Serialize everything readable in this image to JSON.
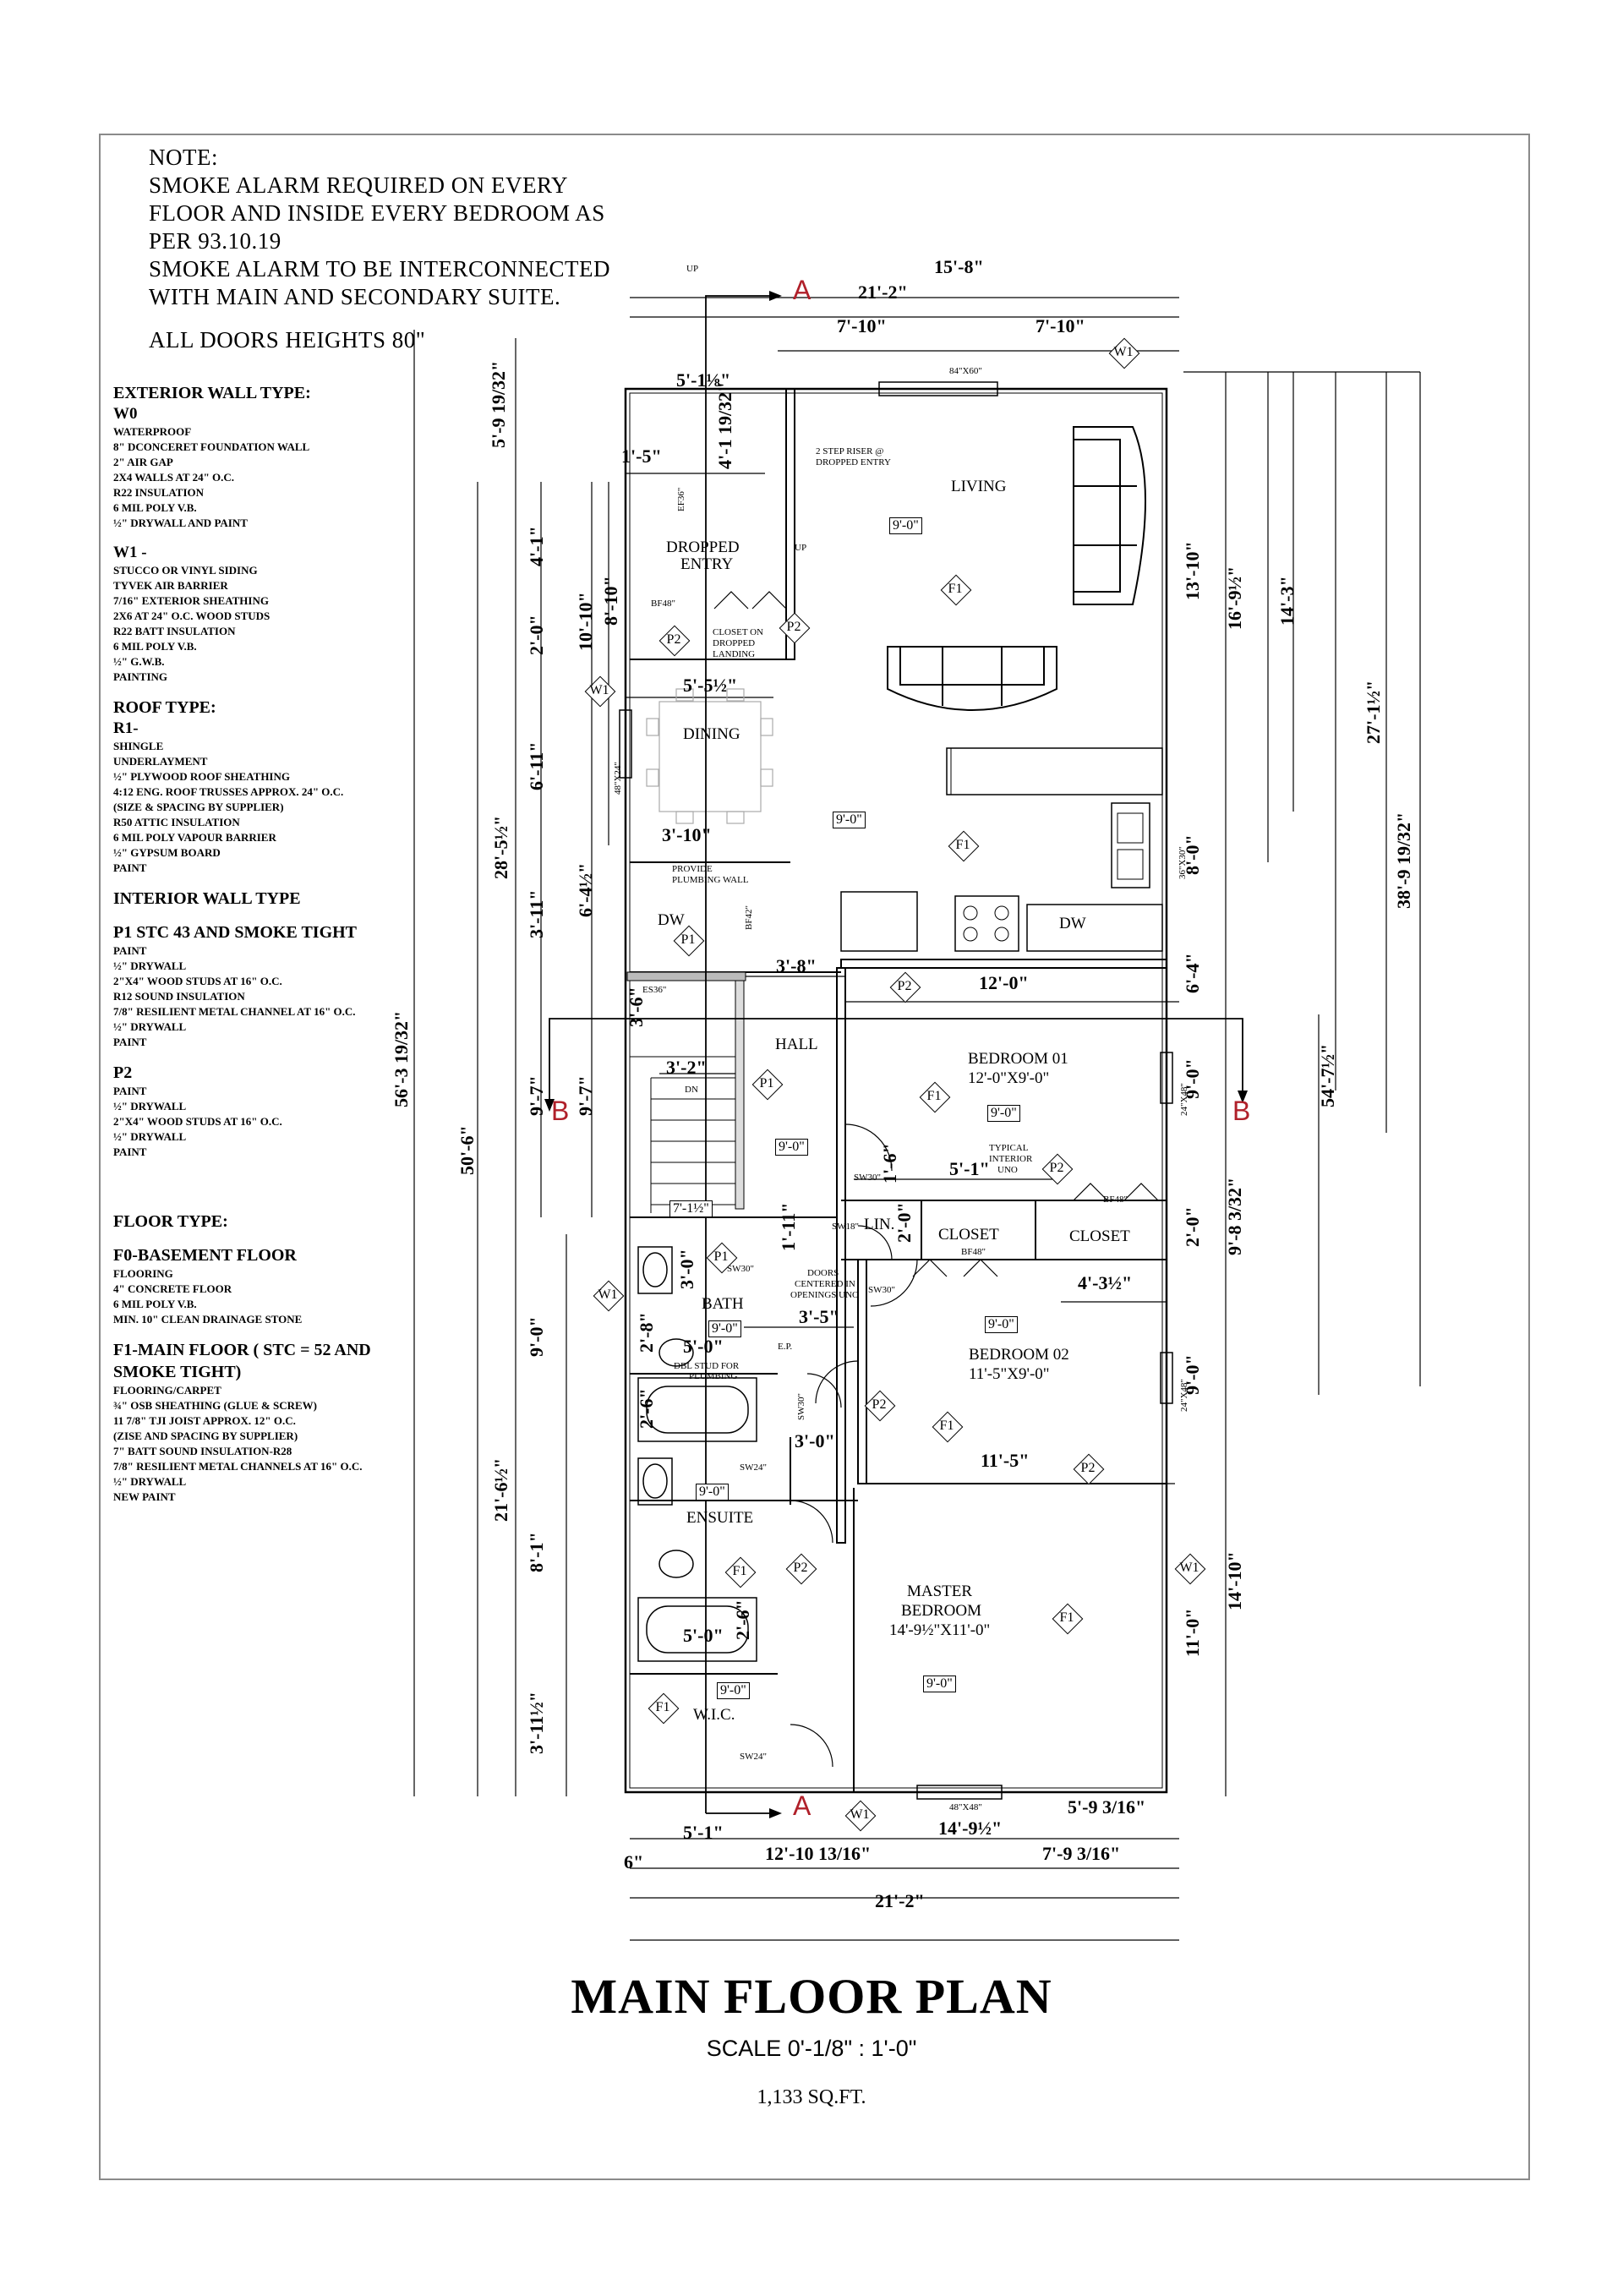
{
  "note": {
    "lines": [
      "NOTE:",
      "SMOKE ALARM REQUIRED ON EVERY",
      "FLOOR AND INSIDE EVERY BEDROOM AS",
      "PER 93.10.19",
      "SMOKE ALARM TO BE INTERCONNECTED",
      "WITH MAIN AND SECONDARY SUITE."
    ],
    "doors": "ALL DOORS HEIGHTS 80\""
  },
  "specs": {
    "exterior_title": "EXTERIOR WALL TYPE:",
    "w0_title": "W0",
    "w0": [
      "WATERPROOF",
      "8\" DCONCERET FOUNDATION WALL",
      "2\" AIR GAP",
      "2X4 WALLS AT 24\" O.C.",
      "R22 INSULATION",
      "6 MIL POLY V.B.",
      "½\" DRYWALL AND PAINT"
    ],
    "w1_title": "W1 -",
    "w1": [
      "STUCCO OR VINYL SIDING",
      "TYVEK AIR BARRIER",
      "7/16\" EXTERIOR SHEATHING",
      "2X6 AT 24\" O.C. WOOD STUDS",
      "R22 BATT INSULATION",
      "6 MIL POLY V.B.",
      "½\" G.W.B.",
      "PAINTING"
    ],
    "roof_title": "ROOF TYPE:",
    "r1_title": "R1-",
    "r1": [
      "SHINGLE",
      "UNDERLAYMENT",
      "½\" PLYWOOD ROOF SHEATHING",
      "4:12 ENG. ROOF TRUSSES APPROX. 24\" O.C.",
      "(SIZE & SPACING BY SUPPLIER)",
      "R50 ATTIC INSULATION",
      "6 MIL POLY VAPOUR BARRIER",
      "½\" GYPSUM BOARD",
      "PAINT"
    ],
    "interior_title": "INTERIOR WALL TYPE",
    "p1_title": "P1  STC 43 AND SMOKE TIGHT",
    "p1": [
      "PAINT",
      "½\" DRYWALL",
      "2\"X4\" WOOD STUDS AT 16\" O.C.",
      "R12 SOUND INSULATION",
      "7/8\" RESILIENT METAL CHANNEL AT 16\" O.C.",
      "½\" DRYWALL",
      "PAINT"
    ],
    "p2_title": "P2",
    "p2": [
      "PAINT",
      "½\" DRYWALL",
      "2\"X4\" WOOD STUDS AT 16\" O.C.",
      "½\" DRYWALL",
      "PAINT"
    ],
    "floor_title": "FLOOR TYPE:",
    "f0_title": "F0-BASEMENT FLOOR",
    "f0": [
      "FLOORING",
      "4\" CONCRETE FLOOR",
      "6 MIL POLY V.B.",
      "MIN. 10\" CLEAN DRAINAGE STONE"
    ],
    "f1_title_1": "F1-MAIN FLOOR ( STC = 52 AND",
    "f1_title_2": "SMOKE TIGHT)",
    "f1": [
      "FLOORING/CARPET",
      "¾\" OSB SHEATHING (GLUE & SCREW)",
      "11 7/8\" TJI JOIST APPROX. 12\" O.C.",
      "(ZISE AND SPACING BY SUPPLIER)",
      "7\" BATT SOUND INSULATION-R28",
      "7/8\" RESILIENT METAL CHANNELS AT 16\" O.C.",
      "½\" DRYWALL",
      "NEW PAINT"
    ]
  },
  "plan": {
    "rooms": {
      "living": "LIVING",
      "dropped_entry_1": "DROPPED",
      "dropped_entry_2": "ENTRY",
      "closet_landing_1": "CLOSET ON",
      "closet_landing_2": "DROPPED",
      "closet_landing_3": "LANDING",
      "dining": "DINING",
      "hall": "HALL",
      "bedroom1": "BEDROOM 01",
      "bedroom1_size": "12'-0\"X9'-0\"",
      "bedroom2": "BEDROOM 02",
      "bedroom2_size": "11'-5\"X9'-0\"",
      "lin": "LIN.",
      "closet_a": "CLOSET",
      "closet_b": "CLOSET",
      "bath": "BATH",
      "ensuite": "ENSUITE",
      "master_1": "MASTER",
      "master_2": "BEDROOM",
      "master_size": "14'-9½\"X11'-0\"",
      "wic": "W.I.C.",
      "dw1": "DW",
      "dw2": "DW"
    },
    "notes": {
      "up_top": "UP",
      "up_entry": "UP",
      "two_step_1": "2 STEP RISER @",
      "two_step_2": "DROPPED ENTRY",
      "plumbing_1": "PROVIDE",
      "plumbing_2": "PLUMBING WALL",
      "dn": "DN",
      "typical_1": "TYPICAL",
      "typical_2": "INTERIOR",
      "typical_3": "UNO",
      "doors_1": "DOORS",
      "doors_2": "CENTERED IN",
      "doors_3": "OPENINGS UNO",
      "dbl_stud_1": "DBL STUD FOR",
      "dbl_stud_2": "PLUMBING",
      "ep": "E.P.",
      "window_top": "84\"X60\"",
      "window_bot": "48\"X48\"",
      "window_dining": "48\"X24\"",
      "window_br1": "24\"X48\"",
      "window_br2": "24\"X48\"",
      "sink": "36\"X30\"",
      "ef36": "EF36\"",
      "es36": "ES36\"",
      "bf48_entry": "BF48\"",
      "bf42": "BF42\"",
      "bf48_a": "BF48\"",
      "bf48_b": "BF48\"",
      "sw30_a": "SW30\"",
      "sw18": "SW18\"",
      "sw30_b": "SW30\"",
      "sw30_c": "SW30\"",
      "sw30_d": "SW30\"",
      "sw24_a": "SW24\"",
      "sw24_b": "SW24\""
    },
    "ceilings": {
      "living": "9'-0\"",
      "kitchen": "9'-0\"",
      "hall": "9'-0\"",
      "bedroom1": "9'-0\"",
      "stair": "7'-1½\"",
      "bath": "9'-0\"",
      "bedroom2": "9'-0\"",
      "ensuite": "9'-0\"",
      "wic": "9'-0\"",
      "master": "9'-0\""
    },
    "tags": {
      "w1_top": "W1",
      "w1_left": "W1",
      "w1_mid": "W1",
      "w1_right": "W1",
      "w1_bottom": "W1",
      "f1_living": "F1",
      "f1_kitchen": "F1",
      "f1_bed1": "F1",
      "f1_bed2": "F1",
      "f1_ensuite": "F1",
      "f1_master": "F1",
      "f1_wic": "F1",
      "p2_a": "P2",
      "p2_b": "P2",
      "p2_c": "P2",
      "p2_d": "P2",
      "p2_e": "P2",
      "p2_f": "P2",
      "p2_g": "P2",
      "p1_a": "P1",
      "p1_b": "P1",
      "p1_c": "P1"
    },
    "section_markers": {
      "a_top": "A",
      "a_bottom": "A",
      "b_left": "B",
      "b_right": "B"
    },
    "dimensions": {
      "top_15_8": "15'-8\"",
      "top_21_2": "21'-2\"",
      "top_7_10a": "7'-10\"",
      "top_7_10b": "7'-10\"",
      "d_5_1_1_8": "5'-1⅛\"",
      "d_1_5": "1'-5\"",
      "d_5_5_half": "5'-5½\"",
      "d_3_10": "3'-10\"",
      "d_3_8": "3'-8\"",
      "d_12_0": "12'-0\"",
      "d_3_2": "3'-2\"",
      "d_5_1": "5'-1\"",
      "d_3_5": "3'-5\"",
      "d_5_0a": "5'-0\"",
      "d_3_0h": "3'-0\"",
      "d_11_5": "11'-5\"",
      "d_4_3_half": "4'-3½\"",
      "d_5_0b": "5'-0\"",
      "bot_5_1": "5'-1\"",
      "bot_14_9_half": "14'-9½\"",
      "bot_5_9_3_16": "5'-9 3/16\"",
      "bot_6": "6\"",
      "bot_12_10_13_16": "12'-10 13/16\"",
      "bot_7_9_3_16": "7'-9 3/16\"",
      "bot_21_2": "21'-2\"",
      "v_5_9_19_32": "5'-9 19/32\"",
      "v_4_1_19_32": "4'-1 19/32\"",
      "v_4_1": "4'-1\"",
      "v_8_10": "8'-10\"",
      "v_10_10": "10'-10\"",
      "v_2_0a": "2'-0\"",
      "v_6_11": "6'-11\"",
      "v_28_5_half": "28'-5½\"",
      "v_6_4_half": "6'-4½\"",
      "v_3_11": "3'-11\"",
      "v_3_6": "3'-6\"",
      "v_56_3_19_32": "56'-3 19/32\"",
      "v_50_6": "50'-6\"",
      "v_9_7a": "9'-7\"",
      "v_9_7b": "9'-7\"",
      "v_9_0a": "9'-0\"",
      "v_21_6_half": "21'-6½\"",
      "v_8_1": "8'-1\"",
      "v_3_11_half": "3'-11½\"",
      "v_2_8": "2'-8\"",
      "v_2_6a": "2'-6\"",
      "v_2_6b": "2'-6\"",
      "v_3_0": "3'-0\"",
      "v_1_11": "1'-11\"",
      "v_2_0b": "2'-0\"",
      "v_1_6": "1'-6\"",
      "v_13_10": "13'-10\"",
      "v_16_9_half": "16'-9½\"",
      "v_14_3": "14'-3\"",
      "v_27_1_half": "27'-1½\"",
      "v_38_9_19_32": "38'-9 19/32\"",
      "v_8_0": "8'-0\"",
      "v_6_4": "6'-4\"",
      "v_54_7_half": "54'-7½\"",
      "v_9_0b": "9'-0\"",
      "v_2_0c": "2'-0\"",
      "v_9_8_3_32": "9'-8 3/32\"",
      "v_9_0c": "9'-0\"",
      "v_14_10": "14'-10\"",
      "v_11_0": "11'-0\""
    }
  },
  "title": "MAIN FLOOR PLAN",
  "scale": "SCALE  0'-1/8\" : 1'-0\"",
  "area": "1,133 SQ.FT.",
  "colors": {
    "section_marker": "#b0202a",
    "border": "#8a8a8a"
  }
}
